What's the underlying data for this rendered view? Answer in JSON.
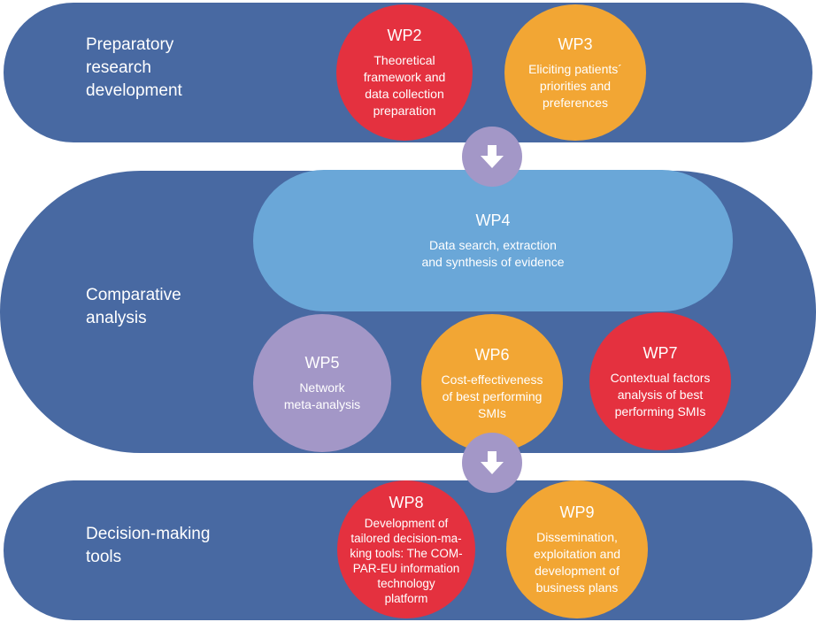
{
  "colors": {
    "band": "#4869a2",
    "red": "#e4313f",
    "orange": "#f2a634",
    "lavender": "#a397c7",
    "light_blue": "#6aa7d8",
    "arrow_circle": "#a397c7"
  },
  "bands": {
    "preparatory": {
      "label": "Preparatory\nresearch\ndevelopment"
    },
    "comparative": {
      "label": "Comparative\nanalysis"
    },
    "decision": {
      "label": "Decision-making\ntools"
    }
  },
  "work_packages": {
    "wp2": {
      "title": "WP2",
      "desc": "Theoretical\nframework and\ndata collection\npreparation"
    },
    "wp3": {
      "title": "WP3",
      "desc": "Eliciting patients´\npriorities and\npreferences"
    },
    "wp4": {
      "title": "WP4",
      "desc": "Data search, extraction\nand synthesis of evidence"
    },
    "wp5": {
      "title": "WP5",
      "desc": "Network\nmeta-analysis"
    },
    "wp6": {
      "title": "WP6",
      "desc": "Cost-effectiveness\nof best performing\nSMIs"
    },
    "wp7": {
      "title": "WP7",
      "desc": "Contextual factors\nanalysis of best\nperforming SMIs"
    },
    "wp8": {
      "title": "WP8",
      "desc": "Development of\ntailored decision-ma-\nking tools: The COM-\nPAR-EU information\ntechnology\nplatform"
    },
    "wp9": {
      "title": "WP9",
      "desc": "Dissemination,\nexploitation and\ndevelopment of\nbusiness plans"
    }
  },
  "arrows": [
    {
      "icon": "down-arrow-icon"
    },
    {
      "icon": "down-arrow-icon"
    }
  ]
}
